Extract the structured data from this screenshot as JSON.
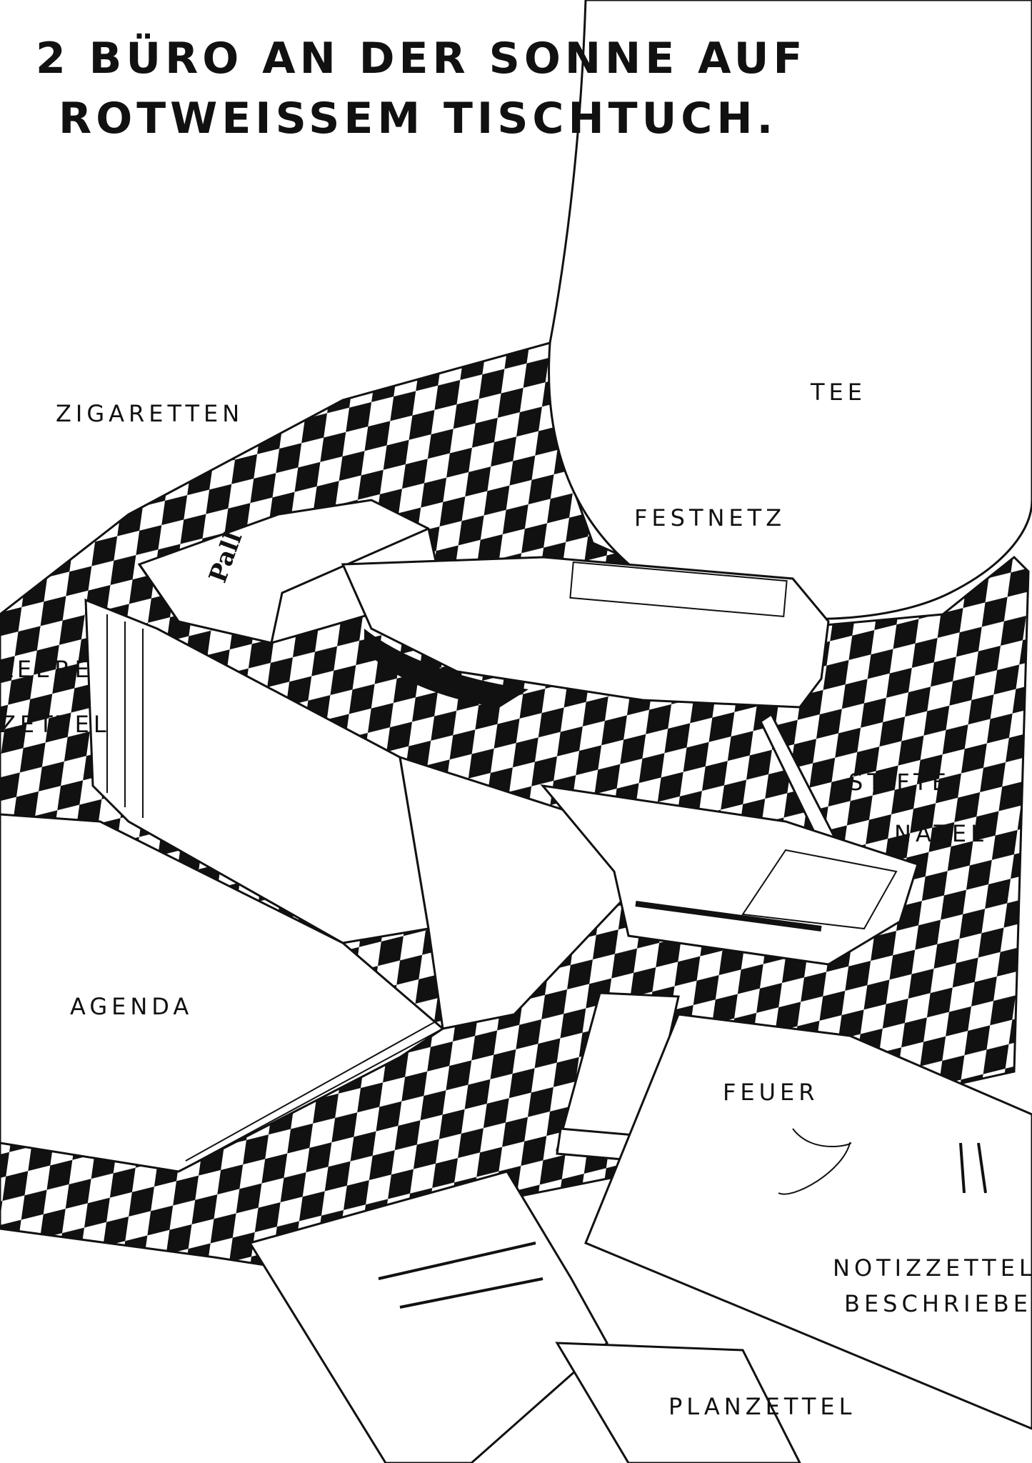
{
  "title": {
    "line1": "2 BÜRO AN DER SONNE AUF",
    "line2": "ROTWEISSEM TISCHTUCH."
  },
  "labels": {
    "zigaretten": "ZIGARETTEN",
    "tee": "TEE",
    "festnetz": "FESTNETZ",
    "leere": "LEERE",
    "zettel": "ZETTEL",
    "stifte": "STIFTE",
    "natel": "NATEL",
    "agenda": "AGENDA",
    "feuer": "FEUER",
    "notizzettel": "NOTIZZETTEL",
    "beschrieben": "BESCHRIEBEN",
    "planzettel": "PLANZETTEL"
  },
  "brand_text": "Pall",
  "colors": {
    "ink": "#111111",
    "paper": "#ffffff"
  }
}
